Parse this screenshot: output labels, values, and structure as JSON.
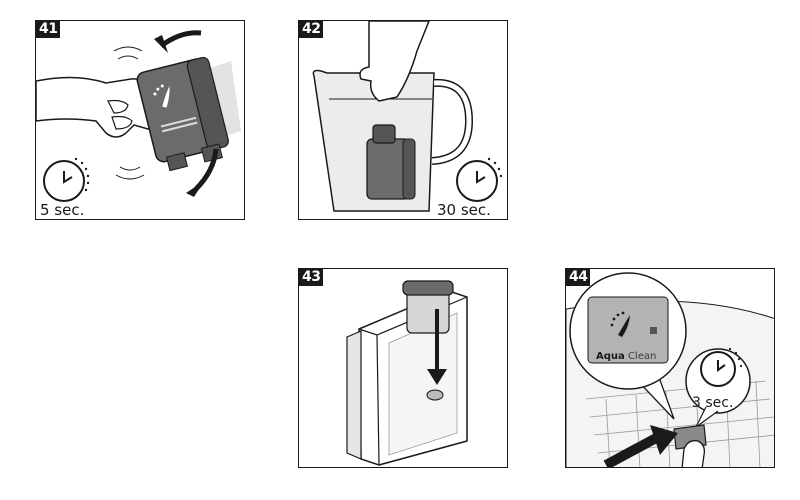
{
  "steps": [
    {
      "number": "41",
      "duration": "5 sec.",
      "illustration": "shake-filter-cartridge"
    },
    {
      "number": "42",
      "duration": "30 sec.",
      "illustration": "submerge-filter-in-water-jug"
    },
    {
      "number": "43",
      "duration": "",
      "illustration": "insert-filter-into-water-tank"
    },
    {
      "number": "44",
      "duration": "3 sec.",
      "illustration": "press-aquaclean-button"
    }
  ],
  "display": {
    "aqua": "Aqua",
    "clean": "Clean",
    "icon": "aquaclean-filter-icon"
  },
  "colors": {
    "line": "#1a1a1a",
    "filter_gray": "#6b6b6b",
    "light_gray": "#d9d9d9",
    "display_gray": "#b3b3b3"
  }
}
